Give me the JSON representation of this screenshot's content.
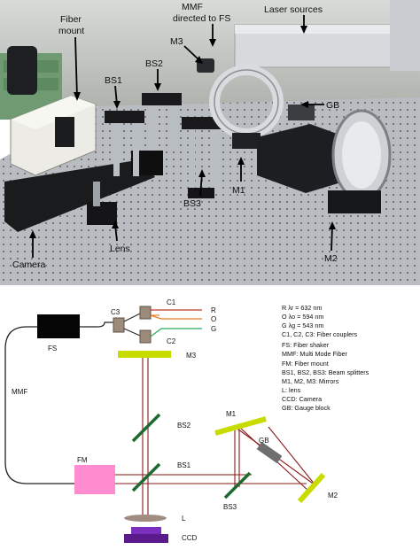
{
  "photo": {
    "labels": {
      "fiber_mount": [
        "Fiber",
        "mount"
      ],
      "mmf": [
        "MMF",
        "directed to FS"
      ],
      "laser_sources": "Laser sources",
      "m3": "M3",
      "bs2": "BS2",
      "bs1": "BS1",
      "gb": "GB",
      "m1": "M1",
      "bs3": "BS3",
      "m2": "M2",
      "lens": "Lens",
      "camera": "Camera"
    }
  },
  "schematic": {
    "components": {
      "c1": "C1",
      "c2": "C2",
      "c3": "C3",
      "r": "R",
      "o": "O",
      "g": "G",
      "fs": "FS",
      "mmf": "MMF",
      "m3": "M3",
      "bs2": "BS2",
      "bs1": "BS1",
      "m1": "M1",
      "gb": "GB",
      "fm": "FM",
      "bs3": "BS3",
      "m2": "M2",
      "l": "L",
      "ccd": "CCD"
    },
    "legend": [
      "R   λr = 632 nm",
      "O   λo = 594 nm",
      "G   λg = 543 nm",
      "C1, C2, C3: Fiber couplers",
      "FS: Fiber shaker",
      "MMF: Multi Mode Fiber",
      "FM: Fiber mount",
      "BS1, BS2, BS3: Beam splitters",
      "M1, M2, M3: Mirrors",
      "L: lens",
      "CCD: Camera",
      "GB: Gauge block"
    ],
    "colors": {
      "beam": "#8b1a1a",
      "red_fiber": "#c0392b",
      "orange_fiber": "#e67e22",
      "green_fiber": "#27ae60",
      "mirror": "#c8dc00",
      "beam_splitter": "#1e6b2f",
      "fiber_mount": "#ff8ccf",
      "coupler": "#9c8b7a",
      "camera": "#5a1a8c",
      "lens": "#a08c80"
    }
  }
}
